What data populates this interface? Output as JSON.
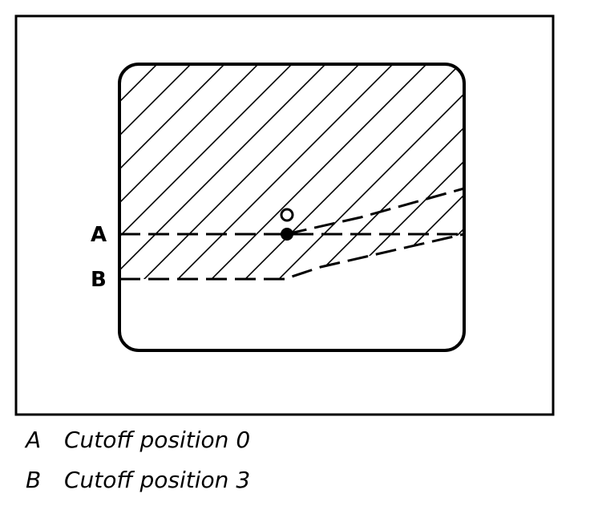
{
  "diagram": {
    "labels": {
      "a": "A",
      "b": "B"
    }
  },
  "legend": {
    "items": [
      {
        "key": "A",
        "text": "Cutoff position 0"
      },
      {
        "key": "B",
        "text": "Cutoff position 3"
      }
    ]
  },
  "colors": {
    "ink": "#000000",
    "paper": "#ffffff"
  }
}
